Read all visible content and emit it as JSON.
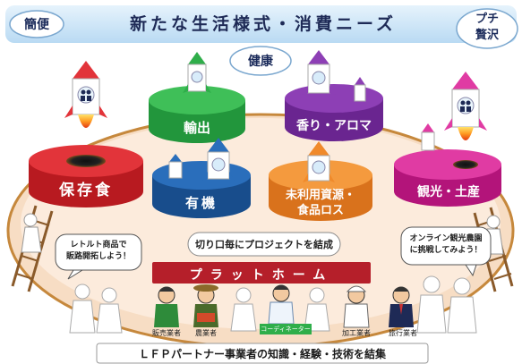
{
  "header": {
    "title": "新たな生活様式・消費ニーズ",
    "left_tag": "簡便",
    "right_tag_line1": "プチ",
    "right_tag_line2": "贅沢",
    "center_tag": "健康"
  },
  "cylinders": {
    "export": "輸出",
    "aroma": "香り・アロマ",
    "preserved": "保存食",
    "organic": "有機",
    "unused_line1": "未利用資源・",
    "unused_line2": "食品ロス",
    "tourism": "観光・土産"
  },
  "project_note": "切り口毎にプロジェクトを結成",
  "platform_label": "プラットホーム",
  "bubbles": {
    "left_line1": "レトルト商品で",
    "left_line2": "販路開拓しよう！",
    "right_line1": "オンライン観光農園",
    "right_line2": "に挑戦してみよう！"
  },
  "people": {
    "sales": "販売業者",
    "farmer": "農業者",
    "coordinator": "コーディネーター",
    "processor": "加工業者",
    "travel": "旅行業者"
  },
  "footer": "ＬＦＰパートナー事業者の知識・経験・技術を結集",
  "colors": {
    "sky_header": "#cfe6f8",
    "stage_fill": "#fbe8d6",
    "stage_rim": "#c6883c",
    "green": "#2fae4a",
    "purple": "#7b2fa0",
    "red": "#d8232a",
    "blue": "#1f5ea8",
    "orange": "#f08a2b",
    "magenta": "#d21b8c",
    "platform": "#b51f2a"
  }
}
